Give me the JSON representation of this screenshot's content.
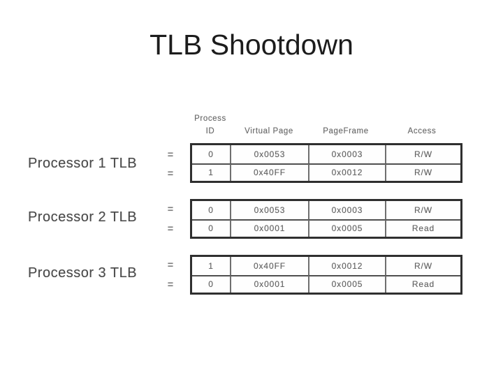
{
  "title": "TLB Shootdown",
  "table_header": {
    "process_line1": "Process",
    "process_line2": "ID",
    "virtual_page": "Virtual Page",
    "page_frame": "PageFrame",
    "access": "Access"
  },
  "equals": "=",
  "processors": [
    {
      "label": "Processor 1 TLB",
      "rows": [
        {
          "process_id": "0",
          "virtual_page": "0x0053",
          "page_frame": "0x0003",
          "access": "R/W"
        },
        {
          "process_id": "1",
          "virtual_page": "0x40FF",
          "page_frame": "0x0012",
          "access": "R/W"
        }
      ]
    },
    {
      "label": "Processor 2 TLB",
      "rows": [
        {
          "process_id": "0",
          "virtual_page": "0x0053",
          "page_frame": "0x0003",
          "access": "R/W"
        },
        {
          "process_id": "0",
          "virtual_page": "0x0001",
          "page_frame": "0x0005",
          "access": "Read"
        }
      ]
    },
    {
      "label": "Processor 3 TLB",
      "rows": [
        {
          "process_id": "1",
          "virtual_page": "0x40FF",
          "page_frame": "0x0012",
          "access": "R/W"
        },
        {
          "process_id": "0",
          "virtual_page": "0x0001",
          "page_frame": "0x0005",
          "access": "Read"
        }
      ]
    }
  ],
  "colors": {
    "background": "#ffffff",
    "title_text": "#1c1c1c",
    "figure_text": "#606060",
    "label_text": "#4a4a4a",
    "table_border_outer": "#2f2f2f",
    "table_border_inner": "#6f6f6f"
  }
}
